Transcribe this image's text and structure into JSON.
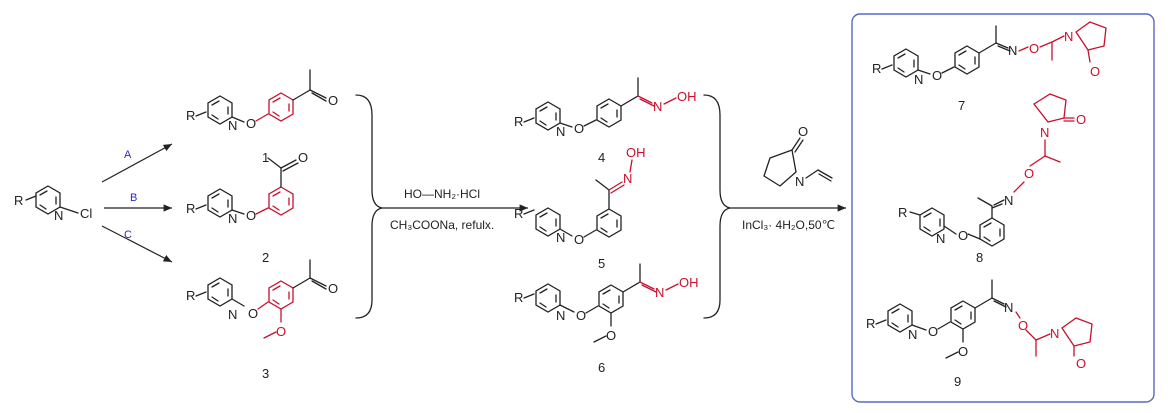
{
  "atoms": {
    "R": "R",
    "N": "N",
    "O": "O",
    "Cl": "Cl",
    "OH": "OH"
  },
  "routes": [
    "A",
    "B",
    "C"
  ],
  "compound_numbers": [
    "1",
    "2",
    "3",
    "4",
    "5",
    "6",
    "7",
    "8",
    "9"
  ],
  "conditions": {
    "step2_reagent": "HO—NH₂·HCl",
    "step2_solvent": "CH₃COONa, refulx.",
    "step3_catalyst": "InCl₃· 4H₂O,50℃"
  },
  "colors": {
    "bond": "#222222",
    "highlight": "#c8102e",
    "route_label": "#2a2ad0",
    "product_box": "#5a66c8"
  }
}
